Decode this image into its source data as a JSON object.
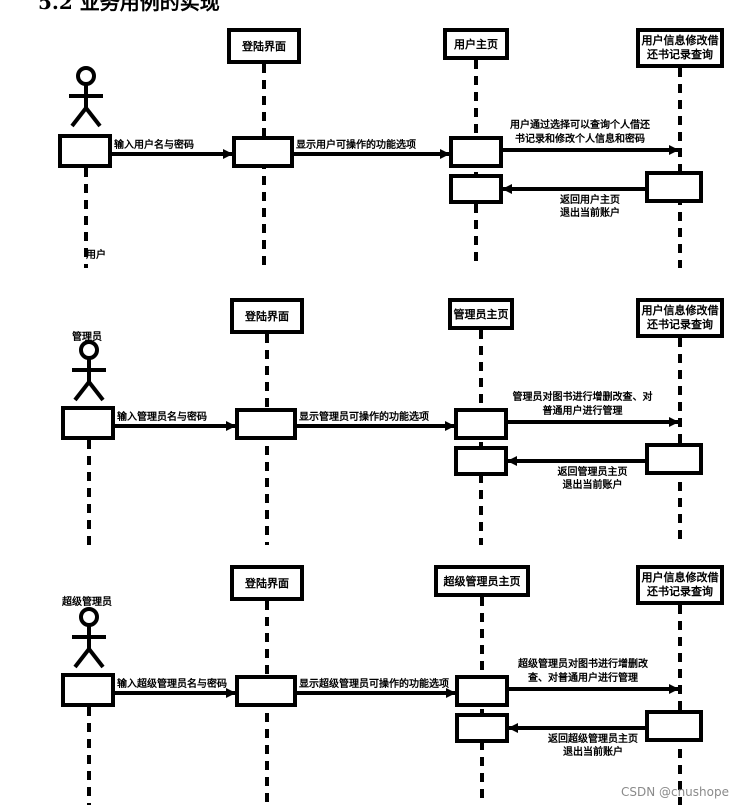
{
  "heading": "5.2  业务用例的实现",
  "watermark": "CSDN @cnushope",
  "diagrams": [
    {
      "actor": "用户",
      "login": "登陆界面",
      "home": "用户主页",
      "info_lines": [
        "用户信息修改借",
        "还书记录查询"
      ],
      "msg1": "输入用户名与密码",
      "msg2": "显示用户可操作的功能选项",
      "msg3_lines": [
        "用户通过选择可以查询个人借还",
        "书记录和修改个人信息和密码"
      ],
      "msg4_lines": [
        "返回用户主页",
        "退出当前账户"
      ]
    },
    {
      "actor": "管理员",
      "login": "登陆界面",
      "home": "管理员主页",
      "info_lines": [
        "用户信息修改借",
        "还书记录查询"
      ],
      "msg1": "输入管理员名与密码",
      "msg2": "显示管理员可操作的功能选项",
      "msg3_lines": [
        "管理员对图书进行增删改查、对",
        "普通用户进行管理"
      ],
      "msg4_lines": [
        "返回管理员主页",
        "退出当前账户"
      ]
    },
    {
      "actor": "超级管理员",
      "login": "登陆界面",
      "home": "超级管理员主页",
      "info_lines": [
        "用户信息修改借",
        "还书记录查询"
      ],
      "msg1": "输入超级管理员名与密码",
      "msg2": "显示超级管理员可操作的功能选项",
      "msg3_lines": [
        "超级管理员对图书进行增删改",
        "查、对普通用户进行管理"
      ],
      "msg4_lines": [
        "返回超级管理员主页",
        "退出当前账户"
      ]
    }
  ]
}
